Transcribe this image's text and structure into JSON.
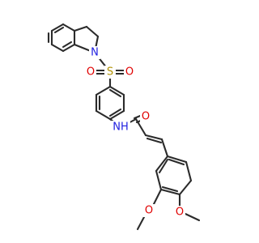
{
  "colors": {
    "bond": "#2b2b2b",
    "N": "#1f1fe0",
    "O": "#e00000",
    "S": "#b09000",
    "background": "#ffffff"
  },
  "labels": {
    "n_indoline": "N",
    "s_sulfonyl": "S",
    "o_sulfonyl_left": "O",
    "o_sulfonyl_right": "O",
    "nh_amide": "NH",
    "o_amide": "O",
    "o_methoxy_3": "O",
    "o_methoxy_4": "O"
  }
}
